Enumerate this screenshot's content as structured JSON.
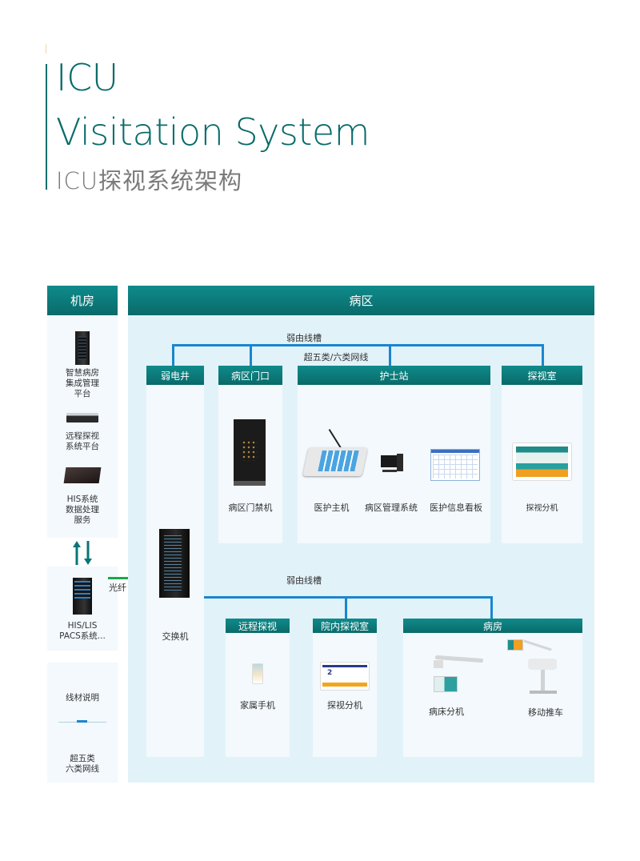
{
  "title": {
    "line1": "ICU",
    "line2": "Visitation System",
    "subtitle": "ICU探视系统架构"
  },
  "machine_room": {
    "header": "机房",
    "items": [
      {
        "icon": "rack-server-icon",
        "label_lines": [
          "智慧病房",
          "集成管理",
          "平台"
        ]
      },
      {
        "icon": "rack-1u-server-icon",
        "label_lines": [
          "远程探视",
          "系统平台"
        ]
      },
      {
        "icon": "data-box-icon",
        "label_lines": [
          "HIS系统",
          "数据处理",
          "服务"
        ]
      }
    ],
    "arrows_icon": "bidirectional-arrows-icon",
    "his": {
      "icon": "his-server-icon",
      "label_lines": [
        "HIS/LIS",
        "PACS系统..."
      ]
    },
    "fiber_label": "光纤",
    "legend": {
      "title": "线材说明",
      "cable_lines": [
        "超五类",
        "六类网线"
      ],
      "cable_color": "#1a86cf",
      "fiber_color": "#1aa84a"
    }
  },
  "ward": {
    "header": "病区",
    "top_trunk_label": "弱由线槽",
    "top_cable_label": "超五类/六类网线",
    "lower_trunk_label": "弱由线槽",
    "sections": {
      "weak_shaft": {
        "header": "弱电井",
        "device_label": "交换机"
      },
      "ward_entrance": {
        "header": "病区门口",
        "device_label": "病区门禁机"
      },
      "nurse_station": {
        "header": "护士站",
        "devices": [
          "医护主机",
          "病区管理系统",
          "医护信息看板"
        ]
      },
      "visiting_room": {
        "header": "探视室",
        "device_label": "探视分机"
      },
      "remote_visit": {
        "header": "远程探视",
        "device_label": "家属手机"
      },
      "inhospital_visit_room": {
        "header": "院内探视室",
        "device_label": "探视分机",
        "screen_number": "2"
      },
      "patient_room": {
        "header": "病房",
        "devices": [
          "病床分机",
          "移动推车"
        ]
      }
    }
  },
  "colors": {
    "teal_header": "#0a6a6a",
    "title_teal": "#0a6b6b",
    "ward_bg": "#e2f2f9",
    "panel_bg": "#f3f9fd",
    "network_line": "#1a86cf"
  }
}
